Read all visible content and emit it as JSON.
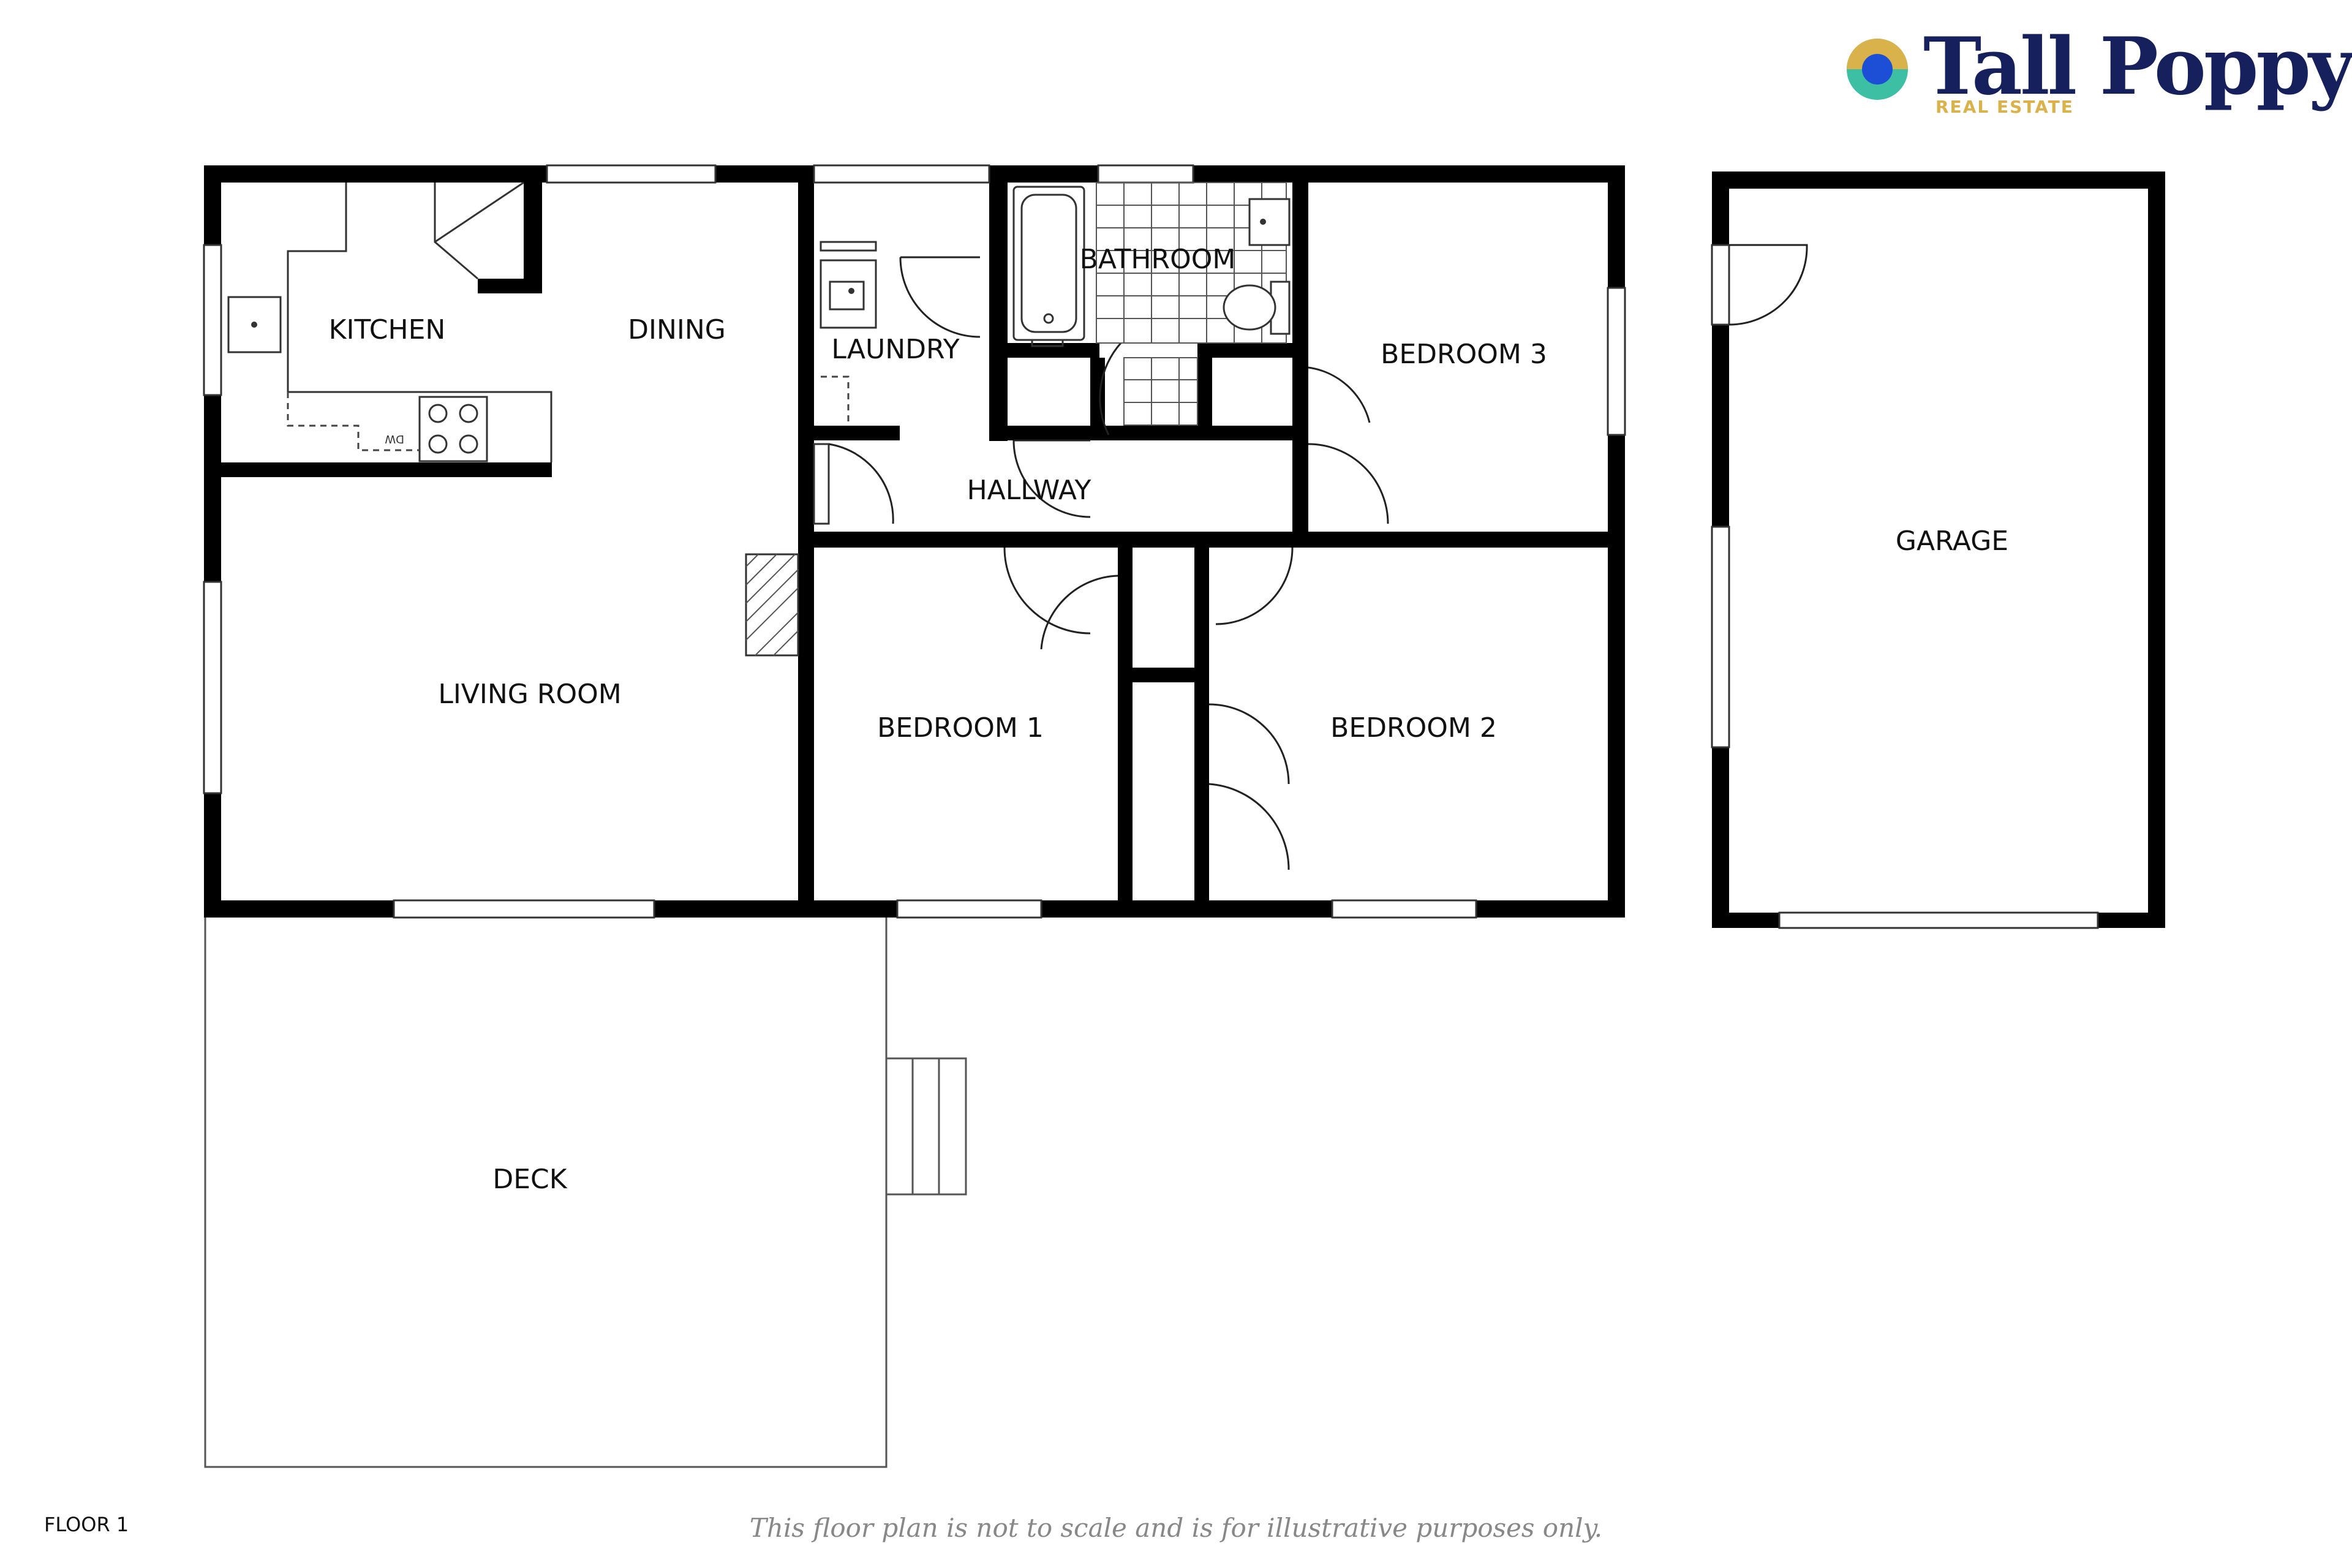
{
  "brand": {
    "name": "Tall Poppy",
    "subtitle": "REAL ESTATE",
    "colors": {
      "navy": "#16205c",
      "gold": "#d9b24c",
      "teal": "#3dbfa4",
      "blue": "#1d4fd6"
    },
    "logo_icon": "poppy-circle-icon"
  },
  "rooms": {
    "kitchen": "KITCHEN",
    "dining": "DINING",
    "laundry": "LAUNDRY",
    "bathroom": "BATHROOM",
    "bedroom3": "BEDROOM 3",
    "hallway": "HALLWAY",
    "living_room": "LIVING ROOM",
    "bedroom1": "BEDROOM 1",
    "bedroom2": "BEDROOM 2",
    "garage": "GARAGE",
    "deck": "DECK"
  },
  "appliance_labels": {
    "dishwasher": "DW"
  },
  "footer": {
    "floor": "FLOOR 1",
    "disclaimer": "This floor plan is not to scale and is for illustrative purposes only."
  }
}
